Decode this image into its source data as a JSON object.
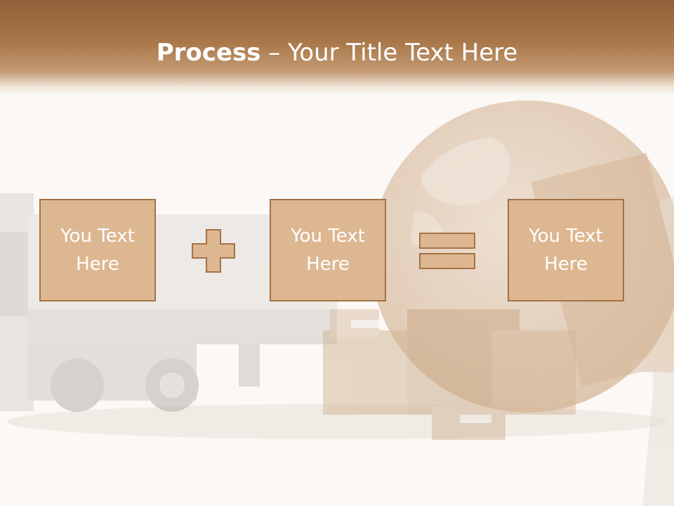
{
  "slide": {
    "title_bold": "Process",
    "title_rest": " – Your Title Text Here"
  },
  "process": {
    "boxes": [
      {
        "text": "You Text\nHere"
      },
      {
        "text": "You Text\nHere"
      },
      {
        "text": "You Text\nHere"
      }
    ],
    "operators": [
      "plus-icon",
      "equals-icon"
    ]
  },
  "colors": {
    "header": "#9c6b3f",
    "box_fill": "#ddb791",
    "box_border": "#a47244",
    "operator_fill": "#ddb791",
    "operator_border": "#a47244"
  }
}
